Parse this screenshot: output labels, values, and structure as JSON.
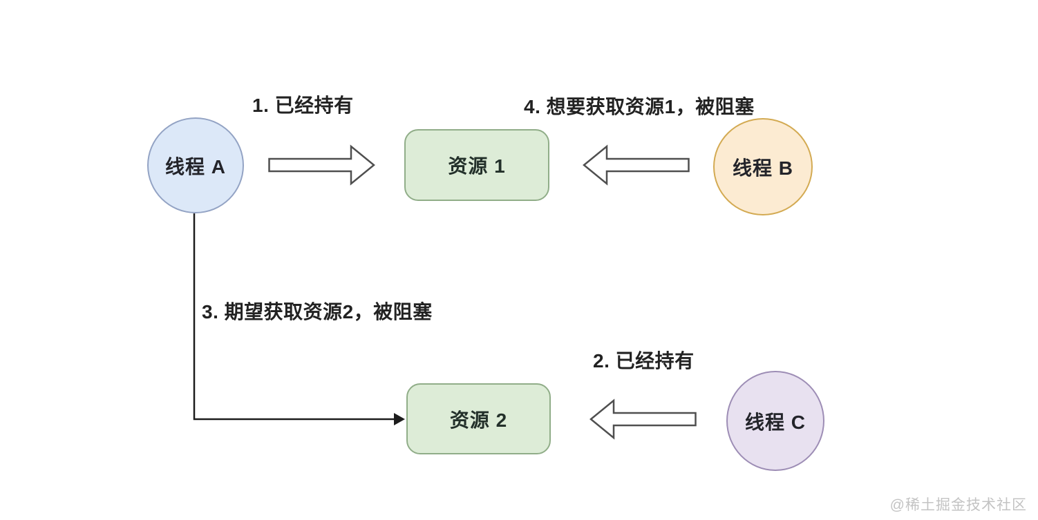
{
  "diagram": {
    "nodes": {
      "thread_a": {
        "label": "线程 A",
        "fill": "#dce8f8",
        "border": "#93a3c4"
      },
      "thread_b": {
        "label": "线程 B",
        "fill": "#fcebd2",
        "border": "#d3aa52"
      },
      "thread_c": {
        "label": "线程 C",
        "fill": "#e8e1f0",
        "border": "#9d8db5"
      },
      "resource_1": {
        "label": "资源 1",
        "fill": "#ddecd7",
        "border": "#90ad88"
      },
      "resource_2": {
        "label": "资源 2",
        "fill": "#ddecd7",
        "border": "#90ad88"
      }
    },
    "labels": {
      "step_1": "1. 已经持有",
      "step_2": "2. 已经持有",
      "step_3": "3. 期望获取资源2，被阻塞",
      "step_4": "4. 想要获取资源1，被阻塞"
    },
    "edges": [
      {
        "from": "thread_a",
        "to": "resource_1",
        "label": "1. 已经持有",
        "style": "hollow-block-arrow"
      },
      {
        "from": "thread_c",
        "to": "resource_2",
        "label": "2. 已经持有",
        "style": "hollow-block-arrow"
      },
      {
        "from": "thread_a",
        "to": "resource_2",
        "label": "3. 期望获取资源2，被阻塞",
        "style": "thin-line-arrow"
      },
      {
        "from": "thread_b",
        "to": "resource_1",
        "label": "4. 想要获取资源1，被阻塞",
        "style": "hollow-block-arrow"
      }
    ],
    "arrow_outline_color": "#4f4f4f",
    "line_color": "#1c1c1c",
    "watermark": "@稀土掘金技术社区"
  }
}
